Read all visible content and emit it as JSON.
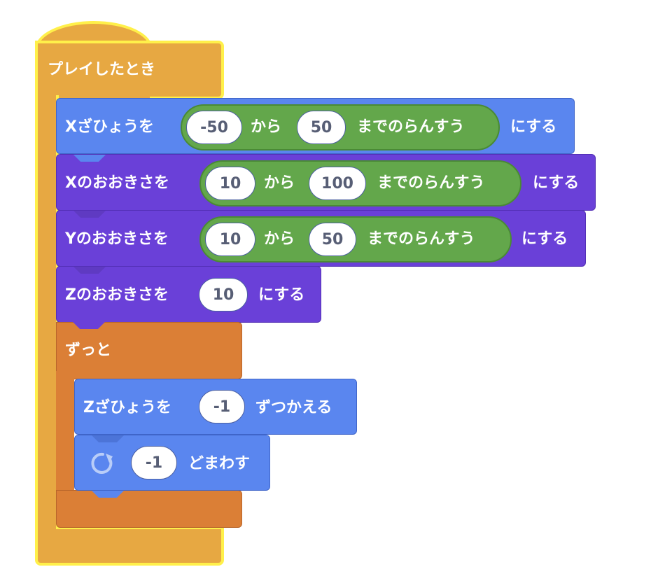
{
  "hat": {
    "label": "プレイしたとき"
  },
  "blocks": [
    {
      "prefix": "Xざひょうを",
      "from": "-50",
      "kara": "から",
      "to": "50",
      "random": "までのらんすう",
      "suffix": "にする"
    },
    {
      "prefix": "Xのおおきさを",
      "from": "10",
      "kara": "から",
      "to": "100",
      "random": "までのらんすう",
      "suffix": "にする"
    },
    {
      "prefix": "Yのおおきさを",
      "from": "10",
      "kara": "から",
      "to": "50",
      "random": "までのらんすう",
      "suffix": "にする"
    },
    {
      "prefix": "Zのおおきさを",
      "value": "10",
      "suffix": "にする"
    }
  ],
  "forever": {
    "label": "ずっと"
  },
  "change": {
    "prefix": "Zざひょうを",
    "value": "-1",
    "suffix": "ずつかえる"
  },
  "turn": {
    "icon": "rotate-clockwise-icon",
    "value": "-1",
    "suffix": "どまわす"
  }
}
